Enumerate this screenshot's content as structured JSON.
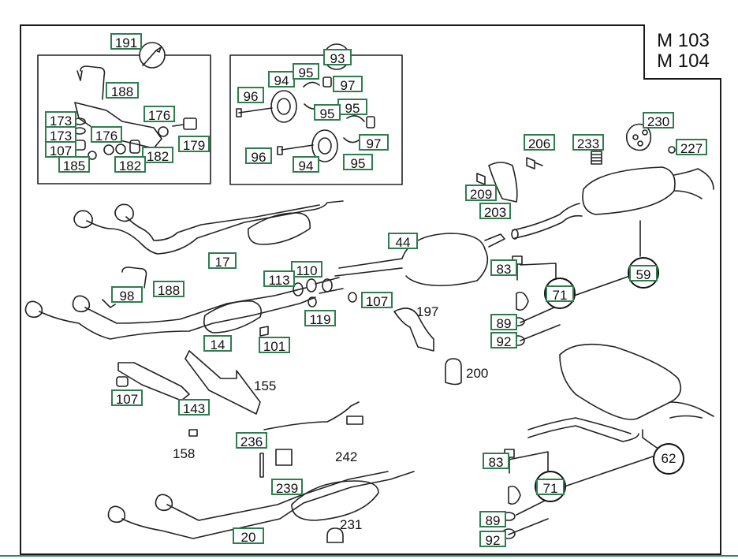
{
  "models": [
    "M 103",
    "M 104"
  ],
  "callouts": [
    {
      "id": "c191",
      "text": "191"
    },
    {
      "id": "c188a",
      "text": "188"
    },
    {
      "id": "c176a",
      "text": "176"
    },
    {
      "id": "c173a",
      "text": "173"
    },
    {
      "id": "c173b",
      "text": "173"
    },
    {
      "id": "c176b",
      "text": "176"
    },
    {
      "id": "c179",
      "text": "179"
    },
    {
      "id": "c107a",
      "text": "107"
    },
    {
      "id": "c182a",
      "text": "182"
    },
    {
      "id": "c185",
      "text": "185"
    },
    {
      "id": "c182b",
      "text": "182"
    },
    {
      "id": "c93",
      "text": "93"
    },
    {
      "id": "c94a",
      "text": "94"
    },
    {
      "id": "c95a",
      "text": "95"
    },
    {
      "id": "c97a",
      "text": "97"
    },
    {
      "id": "c96a",
      "text": "96"
    },
    {
      "id": "c95b",
      "text": "95"
    },
    {
      "id": "c95c",
      "text": "95"
    },
    {
      "id": "c97b",
      "text": "97"
    },
    {
      "id": "c96b",
      "text": "96"
    },
    {
      "id": "c94b",
      "text": "94"
    },
    {
      "id": "c95d",
      "text": "95"
    },
    {
      "id": "c230",
      "text": "230"
    },
    {
      "id": "c206",
      "text": "206"
    },
    {
      "id": "c233",
      "text": "233"
    },
    {
      "id": "c227",
      "text": "227"
    },
    {
      "id": "c209",
      "text": "209"
    },
    {
      "id": "c203",
      "text": "203"
    },
    {
      "id": "c44",
      "text": "44"
    },
    {
      "id": "c17",
      "text": "17"
    },
    {
      "id": "c83a",
      "text": "83"
    },
    {
      "id": "c59",
      "text": "59"
    },
    {
      "id": "c110",
      "text": "110"
    },
    {
      "id": "c113",
      "text": "113"
    },
    {
      "id": "c98",
      "text": "98"
    },
    {
      "id": "c188b",
      "text": "188"
    },
    {
      "id": "c71a",
      "text": "71"
    },
    {
      "id": "c107b",
      "text": "107"
    },
    {
      "id": "c119",
      "text": "119"
    },
    {
      "id": "c89a",
      "text": "89"
    },
    {
      "id": "c92a",
      "text": "92"
    },
    {
      "id": "c14",
      "text": "14"
    },
    {
      "id": "c101",
      "text": "101"
    },
    {
      "id": "c107c",
      "text": "107"
    },
    {
      "id": "c143",
      "text": "143"
    },
    {
      "id": "c236",
      "text": "236"
    },
    {
      "id": "c83b",
      "text": "83"
    },
    {
      "id": "c239",
      "text": "239"
    },
    {
      "id": "c71b",
      "text": "71"
    },
    {
      "id": "c89b",
      "text": "89"
    },
    {
      "id": "c92b",
      "text": "92"
    },
    {
      "id": "c20",
      "text": "20"
    }
  ],
  "plain_labels": [
    {
      "id": "p197",
      "text": "197"
    },
    {
      "id": "p200",
      "text": "200"
    },
    {
      "id": "p155",
      "text": "155"
    },
    {
      "id": "p158",
      "text": "158"
    },
    {
      "id": "p242",
      "text": "242"
    },
    {
      "id": "p231",
      "text": "231"
    },
    {
      "id": "p62",
      "text": "62"
    }
  ]
}
